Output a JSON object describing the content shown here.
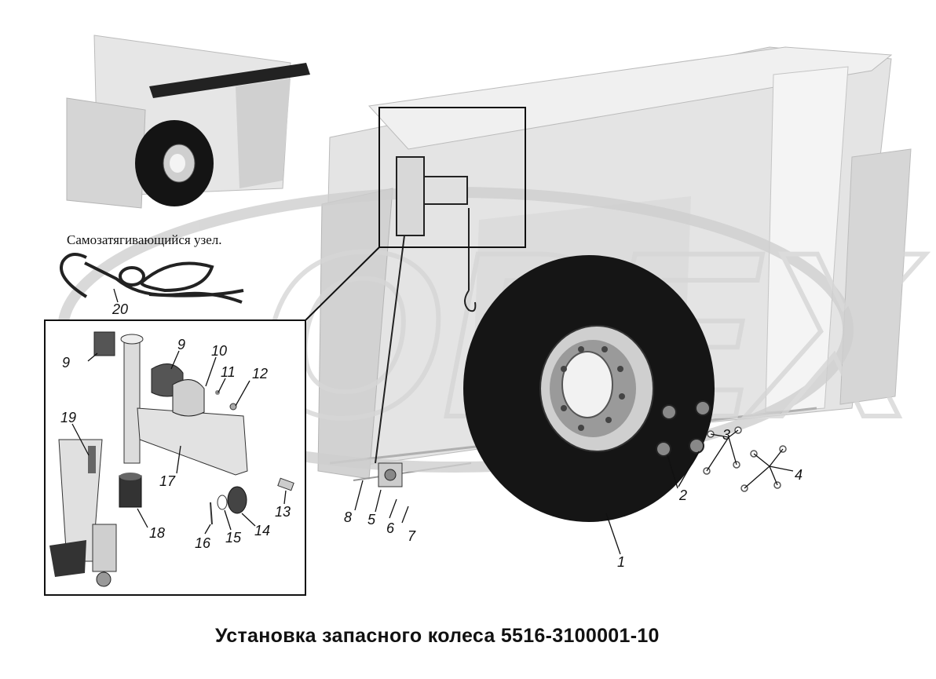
{
  "figure": {
    "title": "Установка запасного колеса 5516-3100001-10",
    "inset_caption": "Самозатягивающийся узел.",
    "watermark": "OPEX"
  },
  "callouts": [
    "1",
    "2",
    "3",
    "4",
    "5",
    "6",
    "7",
    "8",
    "9",
    "9",
    "10",
    "11",
    "12",
    "13",
    "14",
    "15",
    "16",
    "17",
    "18",
    "19",
    "20"
  ],
  "colors": {
    "tire": "#141414",
    "body": "#e3e3e3",
    "frame_line": "#111111",
    "watermark": "#d0d0d0"
  }
}
